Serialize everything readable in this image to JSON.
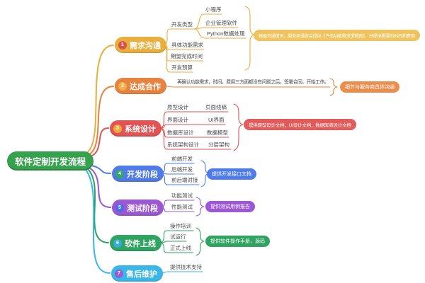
{
  "root": {
    "label": "软件定制开发流程",
    "color": "#36A24E"
  },
  "branches": [
    {
      "number": "1",
      "label": "需求沟通",
      "color": "#E9AE3C",
      "badge_color": "#D9534A",
      "children": [
        {
          "label": "开发类型",
          "children": [
            "小程序",
            "企业管理软件",
            "Python数据处理"
          ]
        },
        {
          "label": "具体功能需求"
        },
        {
          "label": "期望完成时间"
        },
        {
          "label": "开发预算"
        }
      ],
      "summary": {
        "text": "根据沟通情况，服务商通常会提供《产品功能需求逻辑图》，并提供需要的时间和费用",
        "color": "#EFC35D"
      }
    },
    {
      "number": "2",
      "label": "达成合作",
      "color": "#E8823F",
      "badge_color": "#F0B14C",
      "children": [
        {
          "label": "再确认功能需求，时间，费用三方面都没有问题之后，签署合同，开始工作。"
        }
      ],
      "summary": {
        "text": "细节与服务商具体沟通",
        "color": "#EB8E4D"
      }
    },
    {
      "number": "3",
      "label": "系统设计",
      "color": "#E25353",
      "badge_color": "#EFA93C",
      "children": [
        {
          "label": "原型设计",
          "child": "页面线稿"
        },
        {
          "label": "界面设计",
          "child": "UI界面"
        },
        {
          "label": "数据库设计",
          "child": "数据模型"
        },
        {
          "label": "系统架构设计",
          "child": "分层架构"
        }
      ],
      "summary": {
        "text": "提供原型设计文档，UI设计文档，数据库表设计文档",
        "color": "#E25B5B"
      }
    },
    {
      "number": "4",
      "label": "开发阶段",
      "color": "#4F7BE8",
      "badge_color": "#36A865",
      "children": [
        {
          "label": "前端开发"
        },
        {
          "label": "后端开发"
        },
        {
          "label": "前后端对接"
        }
      ],
      "summary": {
        "text": "提供开发接口文档",
        "color": "#4F7BE8"
      }
    },
    {
      "number": "5",
      "label": "测试阶段",
      "color": "#9C57D4",
      "badge_color": "#4A6FE0",
      "children": [
        {
          "label": "功能测试"
        },
        {
          "label": "性能测试"
        }
      ],
      "summary": {
        "text": "提供测试用例报告",
        "color": "#9C57D4"
      }
    },
    {
      "number": "6",
      "label": "软件上线",
      "color": "#2FA360",
      "badge_color": "#38ABDC",
      "children": [
        {
          "label": "操作培训"
        },
        {
          "label": "试运行"
        },
        {
          "label": "正式上线"
        }
      ],
      "summary": {
        "text": "提供软件操作手册，源码",
        "color": "#2FA360"
      }
    },
    {
      "number": "7",
      "label": "售后维护",
      "color": "#38B7E8",
      "badge_color": "#9A5BD8",
      "children": [
        {
          "label": "提供技术支持"
        }
      ]
    }
  ]
}
